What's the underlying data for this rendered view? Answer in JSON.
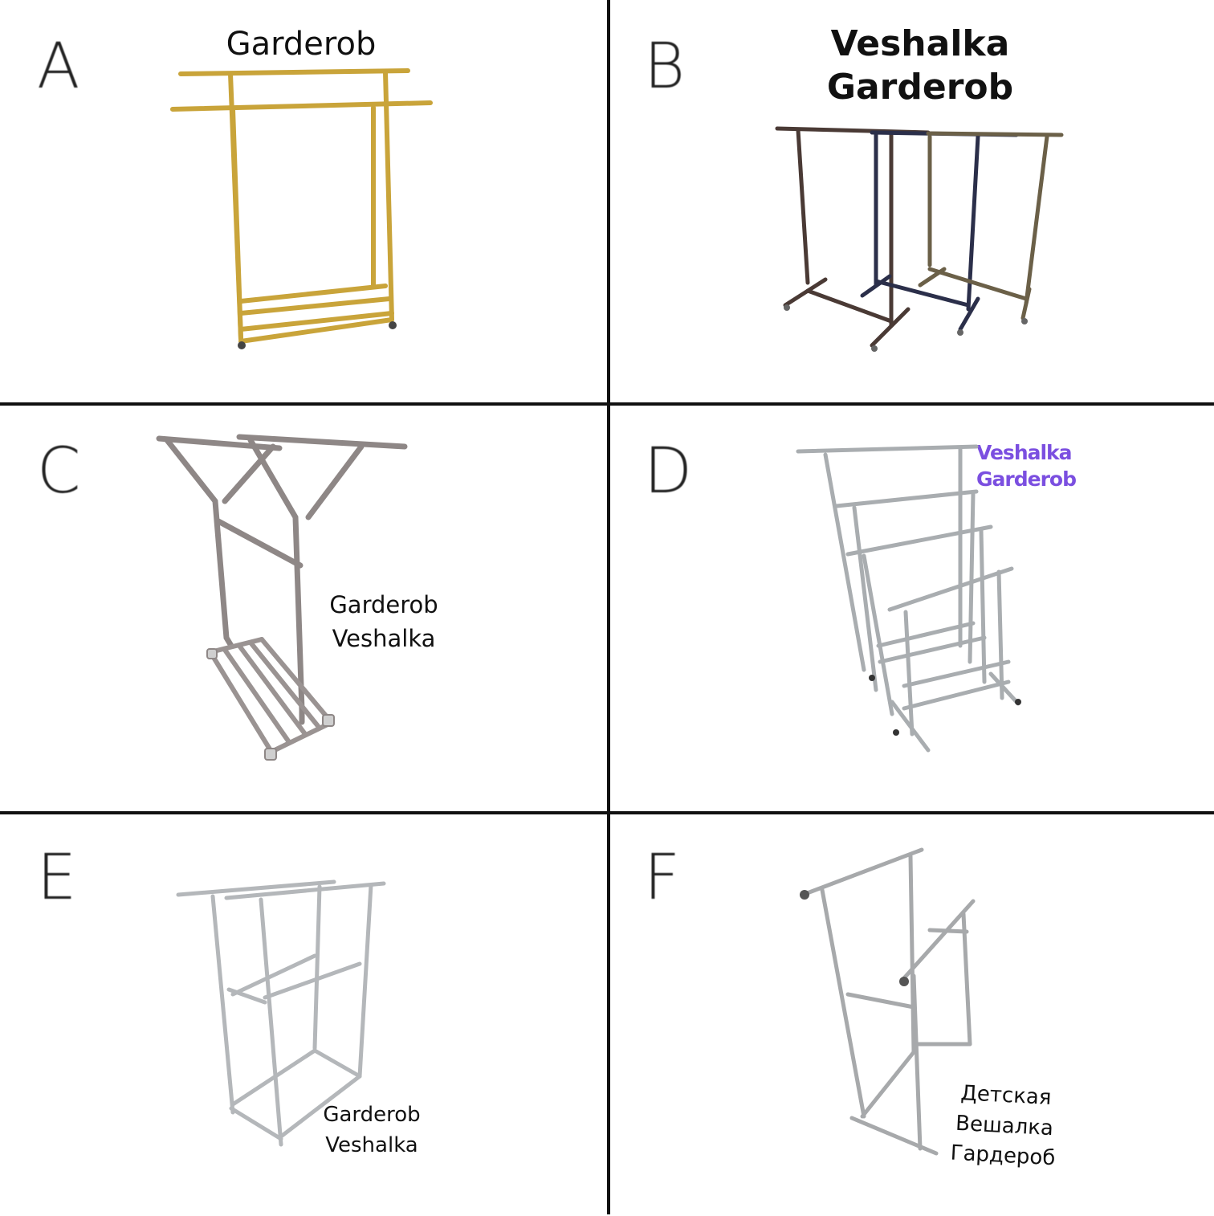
{
  "panels": [
    {
      "letter": "A",
      "lines": [
        "Garderob"
      ],
      "metal": "#c9a43a",
      "metal_dark": "#9e7e22"
    },
    {
      "letter": "B",
      "lines": [
        "Veshalka",
        "Garderob"
      ],
      "metal": "#4a3a35",
      "metal_dark": "#2c2220"
    },
    {
      "letter": "C",
      "lines": [
        "Garderob",
        "Veshalka"
      ],
      "metal": "#8e8786",
      "metal_dark": "#5e5857"
    },
    {
      "letter": "D",
      "lines": [
        "Veshalka",
        "Garderob"
      ],
      "metal": "#a9adb0",
      "metal_dark": "#6d7175",
      "caption_color": "#7b4fe0"
    },
    {
      "letter": "E",
      "lines": [
        "Garderob",
        "Veshalka"
      ],
      "metal": "#b4b7ba",
      "metal_dark": "#74777a"
    },
    {
      "letter": "F",
      "lines": [
        "Детская",
        "Вешалка",
        "Гардероб"
      ],
      "metal": "#a7a9ab",
      "metal_dark": "#6a6c6e"
    }
  ]
}
